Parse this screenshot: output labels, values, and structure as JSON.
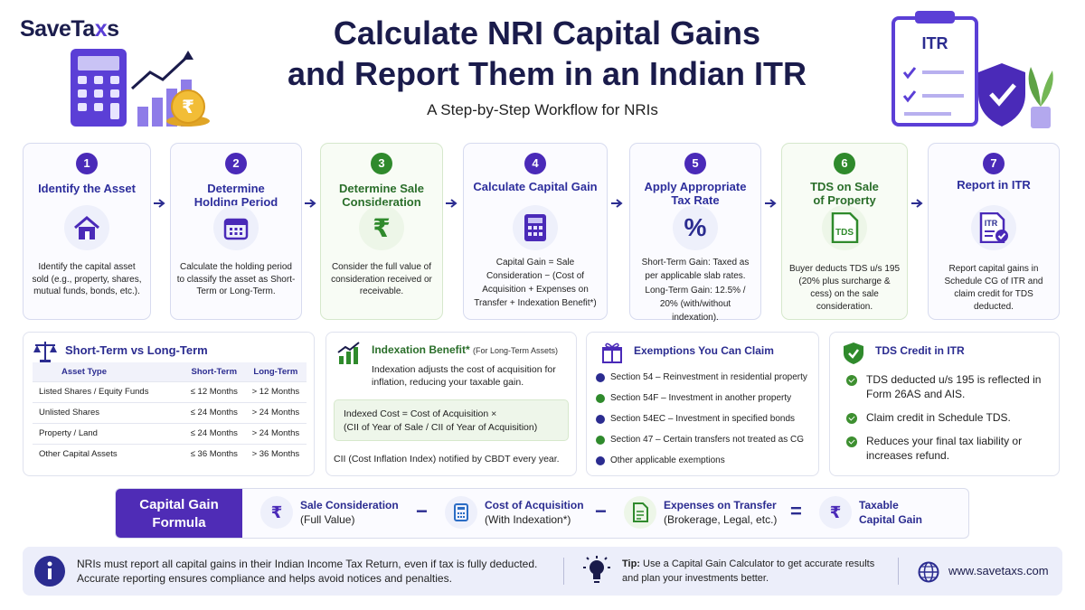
{
  "brand": {
    "save": "SaveTa",
    "x": "x",
    "s": "s"
  },
  "title": {
    "line1": "Calculate NRI Capital Gains",
    "line2": "and Report Them in an Indian ITR"
  },
  "subtitle": "A Step-by-Step Workflow for NRIs",
  "steps": [
    {
      "num": "1",
      "title": "Identify the Asset",
      "icon": "house-icon",
      "desc": "Identify the capital asset sold (e.g., property, shares, mutual funds, bonds, etc.)."
    },
    {
      "num": "2",
      "title": "Determine Holding Period",
      "icon": "calendar-icon",
      "desc": "Calculate the holding period to classify the asset as Short-Term or Long-Term."
    },
    {
      "num": "3",
      "title": "Determine Sale Consideration",
      "icon": "rupee-icon",
      "desc": "Consider the full value of consideration received or receivable."
    },
    {
      "num": "4",
      "title": "Calculate Capital Gain",
      "icon": "calculator-icon",
      "desc": "Capital Gain = Sale Consideration − (Cost of Acquisition + Expenses on Transfer + Indexation Benefit*)"
    },
    {
      "num": "5",
      "title": "Apply Appropriate Tax Rate",
      "icon": "percent-icon",
      "desc1": "Short-Term Gain: Taxed as per applicable slab rates.",
      "desc2": "Long-Term Gain: 12.5% / 20% (with/without indexation)."
    },
    {
      "num": "6",
      "title": "TDS on Sale of Property",
      "icon": "tds-document-icon",
      "desc": "Buyer deducts TDS u/s 195 (20% plus surcharge & cess) on the sale consideration."
    },
    {
      "num": "7",
      "title": "Report in ITR",
      "icon": "itr-document-icon",
      "desc": "Report capital gains in Schedule CG of ITR and claim credit for TDS deducted."
    }
  ],
  "term_table": {
    "heading": "Short-Term vs Long-Term",
    "columns": [
      "Asset Type",
      "Short-Term",
      "Long-Term"
    ],
    "rows": [
      [
        "Listed Shares / Equity Funds",
        "≤ 12 Months",
        "> 12 Months"
      ],
      [
        "Unlisted Shares",
        "≤ 24 Months",
        "> 24 Months"
      ],
      [
        "Property / Land",
        "≤ 24 Months",
        "> 24 Months"
      ],
      [
        "Other Capital Assets",
        "≤ 36 Months",
        "> 36 Months"
      ]
    ]
  },
  "indexation": {
    "heading": "Indexation Benefit*",
    "heading_note": "(For Long-Term Assets)",
    "desc": "Indexation adjusts the cost of acquisition for inflation, reducing your taxable gain.",
    "formula1": "Indexed Cost = Cost of Acquisition ×",
    "formula2": "(CII of Year of Sale / CII of Year of Acquisition)",
    "note": "CII (Cost Inflation Index) notified by CBDT every year."
  },
  "exemptions": {
    "heading": "Exemptions You Can Claim",
    "items": [
      "Section 54 – Reinvestment in residential property",
      "Section 54F – Investment in another property",
      "Section 54EC – Investment in specified bonds",
      "Section 47 – Certain transfers not treated as CG",
      "Other applicable exemptions"
    ],
    "dot_colors": [
      "#2b2c90",
      "#2f8a2c",
      "#2b2c90",
      "#2f8a2c",
      "#2b2c90"
    ]
  },
  "tds_credit": {
    "heading": "TDS Credit in ITR",
    "items": [
      "TDS deducted u/s 195 is reflected in Form 26AS and AIS.",
      "Claim credit in Schedule TDS.",
      "Reduces your final tax liability or increases refund."
    ]
  },
  "formula": {
    "label": "Capital Gain Formula",
    "items": [
      {
        "title": "Sale Consideration",
        "sub": "(Full Value)"
      },
      {
        "title": "Cost of Acquisition",
        "sub": "(With Indexation*)"
      },
      {
        "title": "Expenses on Transfer",
        "sub": "(Brokerage, Legal, etc.)"
      },
      {
        "title": "Taxable",
        "sub": "Capital Gain"
      }
    ],
    "ops": [
      "−",
      "−",
      "="
    ]
  },
  "footer": {
    "note1": "NRIs must report all capital gains in their Indian Income Tax Return, even if tax is fully deducted.",
    "note2": "Accurate reporting ensures compliance and helps avoid notices and penalties.",
    "tip_label": "Tip:",
    "tip1": "Use a Capital Gain Calculator to get accurate results",
    "tip2": "and plan your investments better.",
    "website": "www.savetaxs.com"
  },
  "decor": {
    "itr_label": "ITR",
    "rupee": "₹"
  },
  "colors": {
    "primary": "#4a2ab8",
    "navy": "#1a1b4b",
    "green": "#2f8a2c"
  }
}
